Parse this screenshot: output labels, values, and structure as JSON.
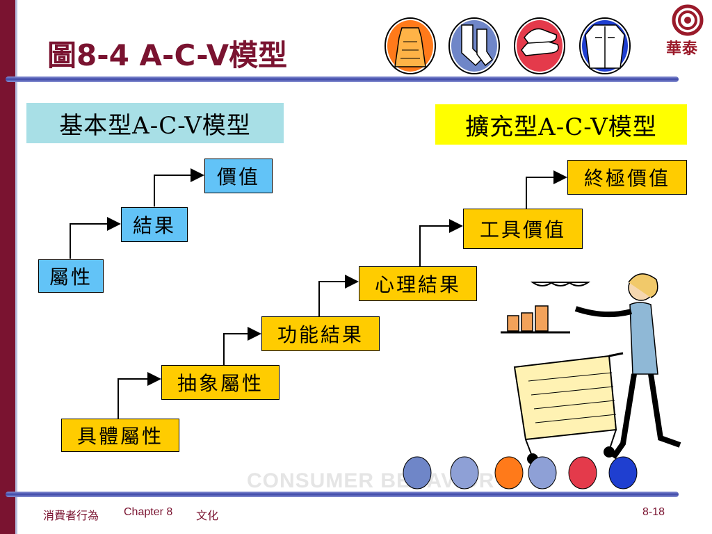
{
  "slide": {
    "title": "圖8-4  A-C-V模型",
    "logo_text": "華泰",
    "watermark": "CONSUMER BEHAVIOR"
  },
  "basic_model": {
    "header": "基本型A-C-V模型",
    "steps": [
      "屬性",
      "結果",
      "價值"
    ]
  },
  "extended_model": {
    "header": "擴充型A-C-V模型",
    "steps": [
      "具體屬性",
      "抽象屬性",
      "功能結果",
      "心理結果",
      "工具價值",
      "終極價值"
    ]
  },
  "footer": {
    "course": "消費者行為",
    "chapter": "Chapter 8",
    "topic": "文化",
    "page": "8-18"
  },
  "colors": {
    "accent": "#7a1330",
    "rule": "#4d58b0",
    "blue_box": "#62c3f7",
    "gold_box": "#ffcc00",
    "header_blue": "#a8dfe6",
    "header_yellow": "#ffff00"
  }
}
